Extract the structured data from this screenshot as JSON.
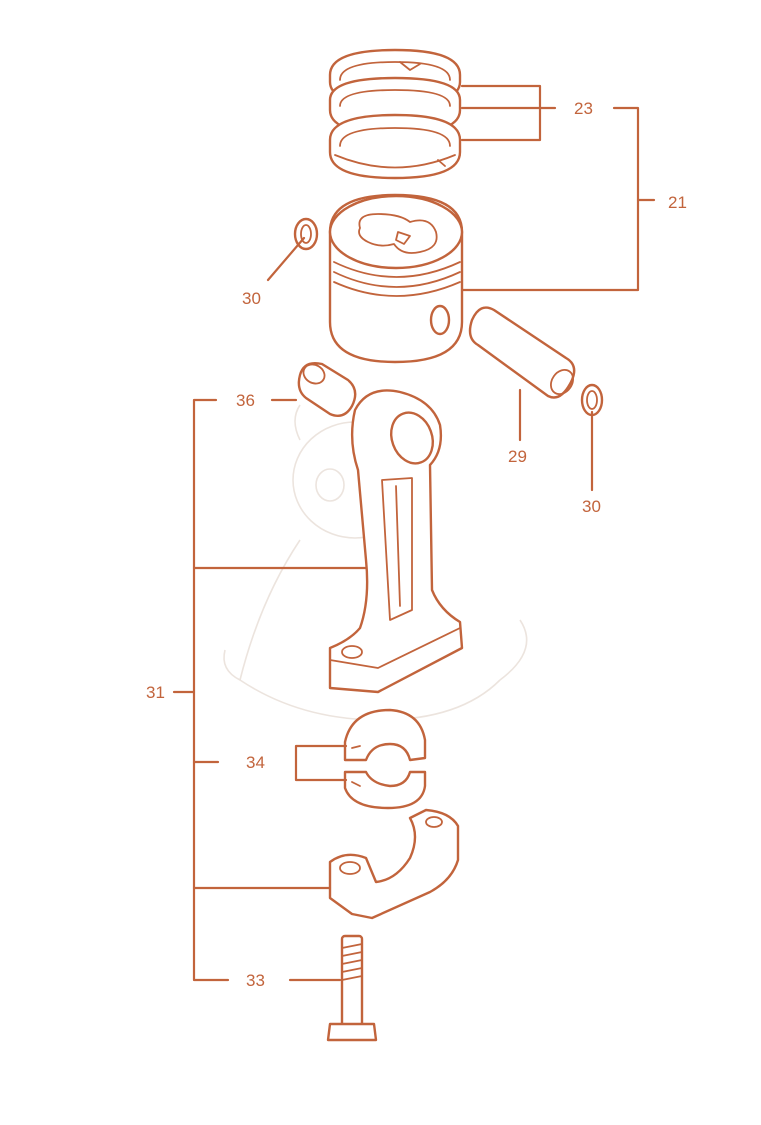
{
  "diagram": {
    "line_color": "#c2643c",
    "background": "#ffffff",
    "callouts": {
      "c23": "23",
      "c21": "21",
      "c30a": "30",
      "c30b": "30",
      "c36": "36",
      "c29": "29",
      "c31": "31",
      "c34": "34",
      "c33": "33"
    }
  }
}
